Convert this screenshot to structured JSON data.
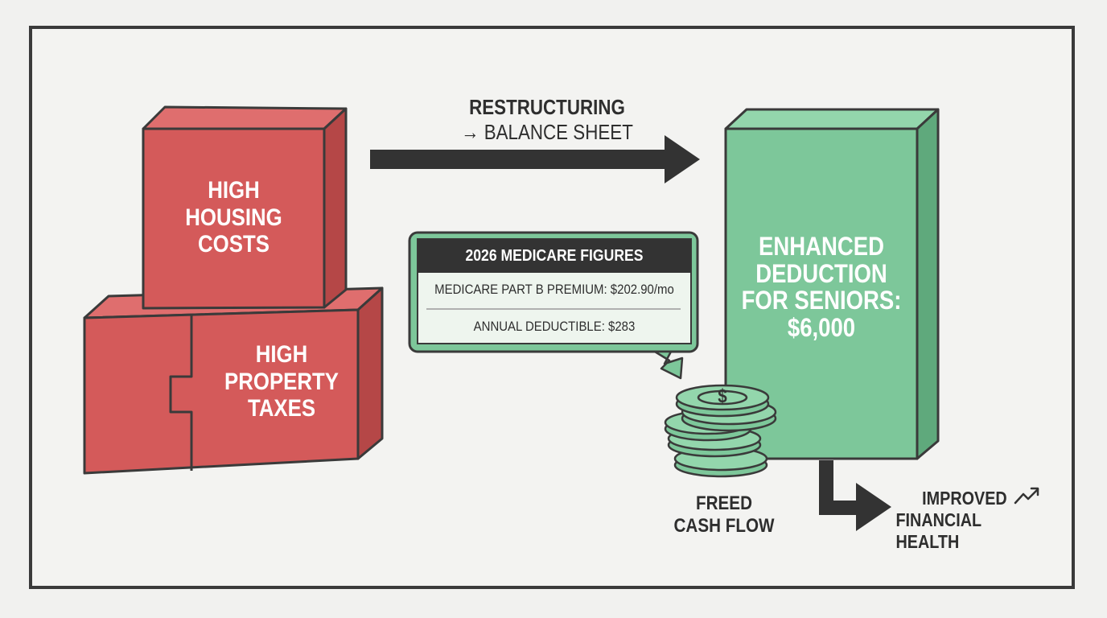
{
  "blocks": {
    "housing": "HIGH HOUSING COSTS",
    "housing_lines": [
      "HIGH",
      "HOUSING",
      "COSTS"
    ],
    "property": "HIGH PROPERTY TAXES",
    "property_lines": [
      "HIGH",
      "PROPERTY",
      "TAXES"
    ],
    "deduction": "ENHANCED DEDUCTION FOR SENIORS: $6,000",
    "deduction_lines": [
      "ENHANCED",
      "DEDUCTION",
      "FOR SENIORS:",
      "$6,000"
    ]
  },
  "arrow_label": {
    "line1": "RESTRUCTURING",
    "line2": "→ BALANCE SHEET"
  },
  "medicare": {
    "title": "2026 MEDICARE FIGURES",
    "premium": "MEDICARE PART B PREMIUM: $202.90/mo",
    "deductible": "ANNUAL DEDUCTIBLE: $283"
  },
  "cash_flow": "FREED CASH FLOW",
  "cash_flow_lines": [
    "FREED",
    "CASH FLOW"
  ],
  "coin_symbol": "$",
  "outcome": "IMPROVED FINANCIAL HEALTH",
  "outcome_lines": [
    "IMPROVED",
    "FINANCIAL HEALTH"
  ],
  "icons": {
    "trend": "trend-up-icon",
    "coins": "coin-stack-icon"
  },
  "colors": {
    "red_front": "#d45a5a",
    "red_top": "#df6e6e",
    "red_side": "#b54747",
    "green_front": "#7dc79a",
    "green_top": "#93d6ac",
    "green_side": "#5fa97c",
    "dark": "#333333",
    "frame": "#3a3a3a"
  }
}
